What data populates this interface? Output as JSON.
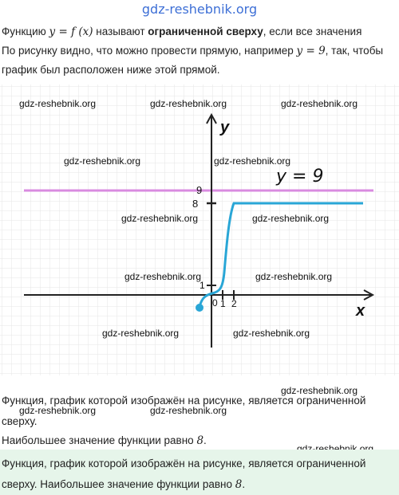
{
  "header": {
    "site": "gdz-reshebnik.org"
  },
  "intro": {
    "line1_pre": "Функцию",
    "line1_formula": "y = f (x)",
    "line1_mid": "называют",
    "line1_bold": "ограниченной сверху",
    "line1_post": ", если все значения",
    "line2_pre": "По рисунку видно, что можно провести прямую, например",
    "line2_formula": "y = 9",
    "line2_post": ", так, чтобы",
    "line3": "график был расположен ниже этой прямой."
  },
  "graph": {
    "axis_y_label": "y",
    "axis_x_label": "x",
    "line_label": "y = 9",
    "tick_9": "9",
    "tick_8": "8",
    "tick_1": "1",
    "tick_0": "0",
    "tick_x1": "1",
    "tick_x2": "2",
    "colors": {
      "curve": "#29a6d6",
      "line": "#d98be0",
      "grid": "#e8e8e8",
      "axis": "#222222"
    }
  },
  "watermarks": {
    "w1": "gdz-reshebnik.org",
    "w2": "gdz-reshebnik.org",
    "w3": "gdz-reshebnik.org",
    "w4": "gdz-reshebnik.org",
    "w5": "gdz-reshebnik.org",
    "w6": "gdz-reshebnik.org",
    "w7": "gdz-reshebnik.org",
    "w8": "gdz-reshebnik.org",
    "w9": "gdz-reshebnik.org",
    "w10": "gdz-reshebnik.org",
    "w11": "gdz-reshebnik.org",
    "w12": "gdz-reshebnik.org",
    "w13": "gdz-reshebnik.org",
    "w14": "gdz-reshebnik.org",
    "w15": "gdz-reshebnik.org"
  },
  "conclusion": {
    "line1": "Функция, график которой изображён на рисунке, является ограниченной",
    "line2": "сверху.",
    "max_pre": "Наибольшее значение функции равно",
    "max_val": "8",
    "max_post": "."
  },
  "answer": {
    "line1": "Функция, график которой изображён на рисунке, является ограниченной",
    "line2_pre": "сверху. Наибольшее значение функции равно",
    "line2_val": "8",
    "line2_post": "."
  }
}
